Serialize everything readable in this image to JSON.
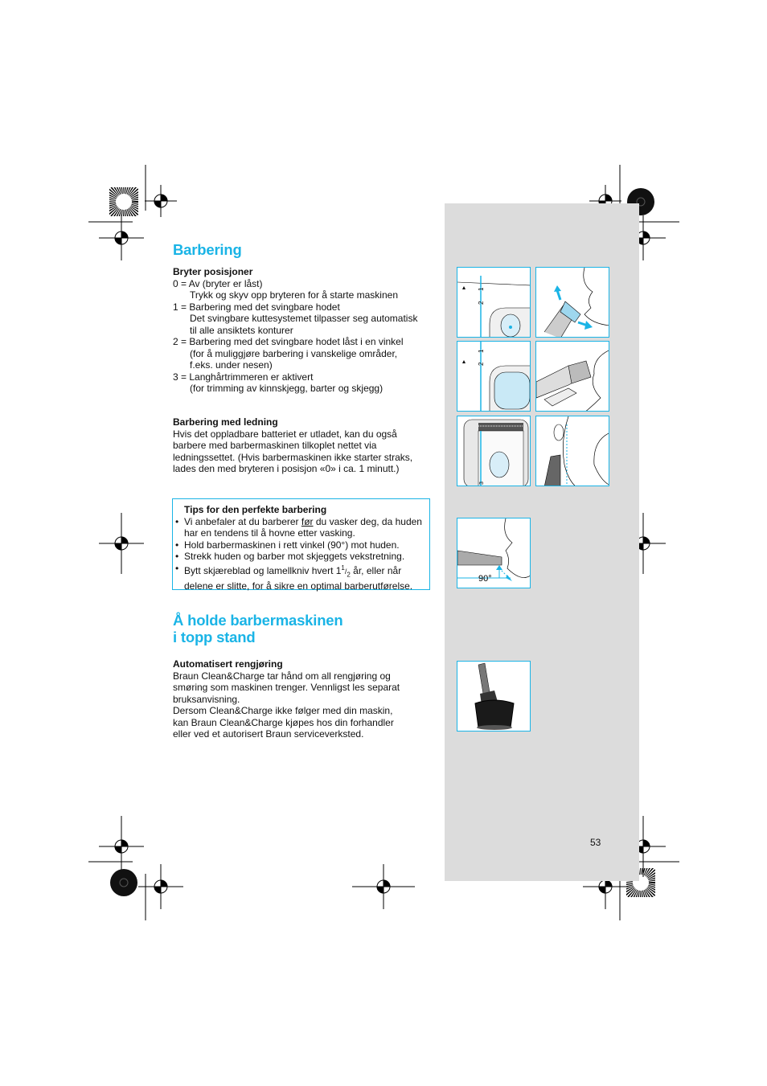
{
  "section1": {
    "title": "Barbering",
    "switch": {
      "heading": "Bryter posisjoner",
      "lines": [
        "0 = Av (bryter er låst)",
        "Trykk og skyv opp bryteren for å starte maskinen",
        "1 = Barbering med det svingbare hodet",
        "Det svingbare kuttesystemet tilpasser seg automatisk",
        "til alle ansiktets konturer",
        "2 = Barbering med det svingbare hodet låst i en vinkel",
        "(for å muliggjøre barbering i vanskelige områder,",
        "f.eks. under nesen)",
        "3 = Langhårtrimmeren er aktivert",
        "(for trimming av kinnskjegg, barter og skjegg)"
      ]
    },
    "cord": {
      "heading": "Barbering med ledning",
      "lines": [
        "Hvis det oppladbare batteriet er utladet, kan du også",
        "barbere med barbermaskinen tilkoplet nettet via",
        "ledningssettet. (Hvis barbermaskinen ikke starter straks,",
        "lades den med bryteren i posisjon «0» i ca. 1 minutt.)"
      ]
    },
    "tips": {
      "heading": "Tips for den perfekte barbering",
      "item1_a": "Vi anbefaler at du barberer ",
      "item1_u": "før",
      "item1_b": " du vasker deg, da huden",
      "item1_c": "har en tendens til å hovne etter vasking.",
      "item2": "Hold barbermaskinen i rett vinkel (90°) mot huden.",
      "item3": "Strekk huden og barber mot skjeggets vekstretning.",
      "item4_a": "Bytt skjæreblad og lamellkniv hvert 1",
      "item4_sup": "1",
      "item4_slash": "/",
      "item4_sub": "2",
      "item4_b": " år, eller når",
      "item4_c": "delene er slitte, for å sikre en optimal barberutførelse."
    }
  },
  "section2": {
    "title_line1": "Å holde barbermaskinen",
    "title_line2": "i topp stand",
    "cleaning": {
      "heading": "Automatisert rengjøring",
      "lines": [
        "Braun Clean&Charge tar hånd om all rengjøring og",
        "smøring som maskinen trenger. Vennligst les separat",
        "bruksanvisning.",
        "Dersom Clean&Charge ikke følger med din maskin,",
        "kan Braun Clean&Charge kjøpes hos din forhandler",
        "eller ved et autorisert Braun serviceverksted."
      ]
    }
  },
  "figures": {
    "angle_label": "90°",
    "switch_marks": [
      "1",
      "2",
      "3"
    ]
  },
  "page_number": "53",
  "colors": {
    "accent": "#1ab4e6",
    "sidebar": "#dcdcdc",
    "text": "#111111"
  }
}
